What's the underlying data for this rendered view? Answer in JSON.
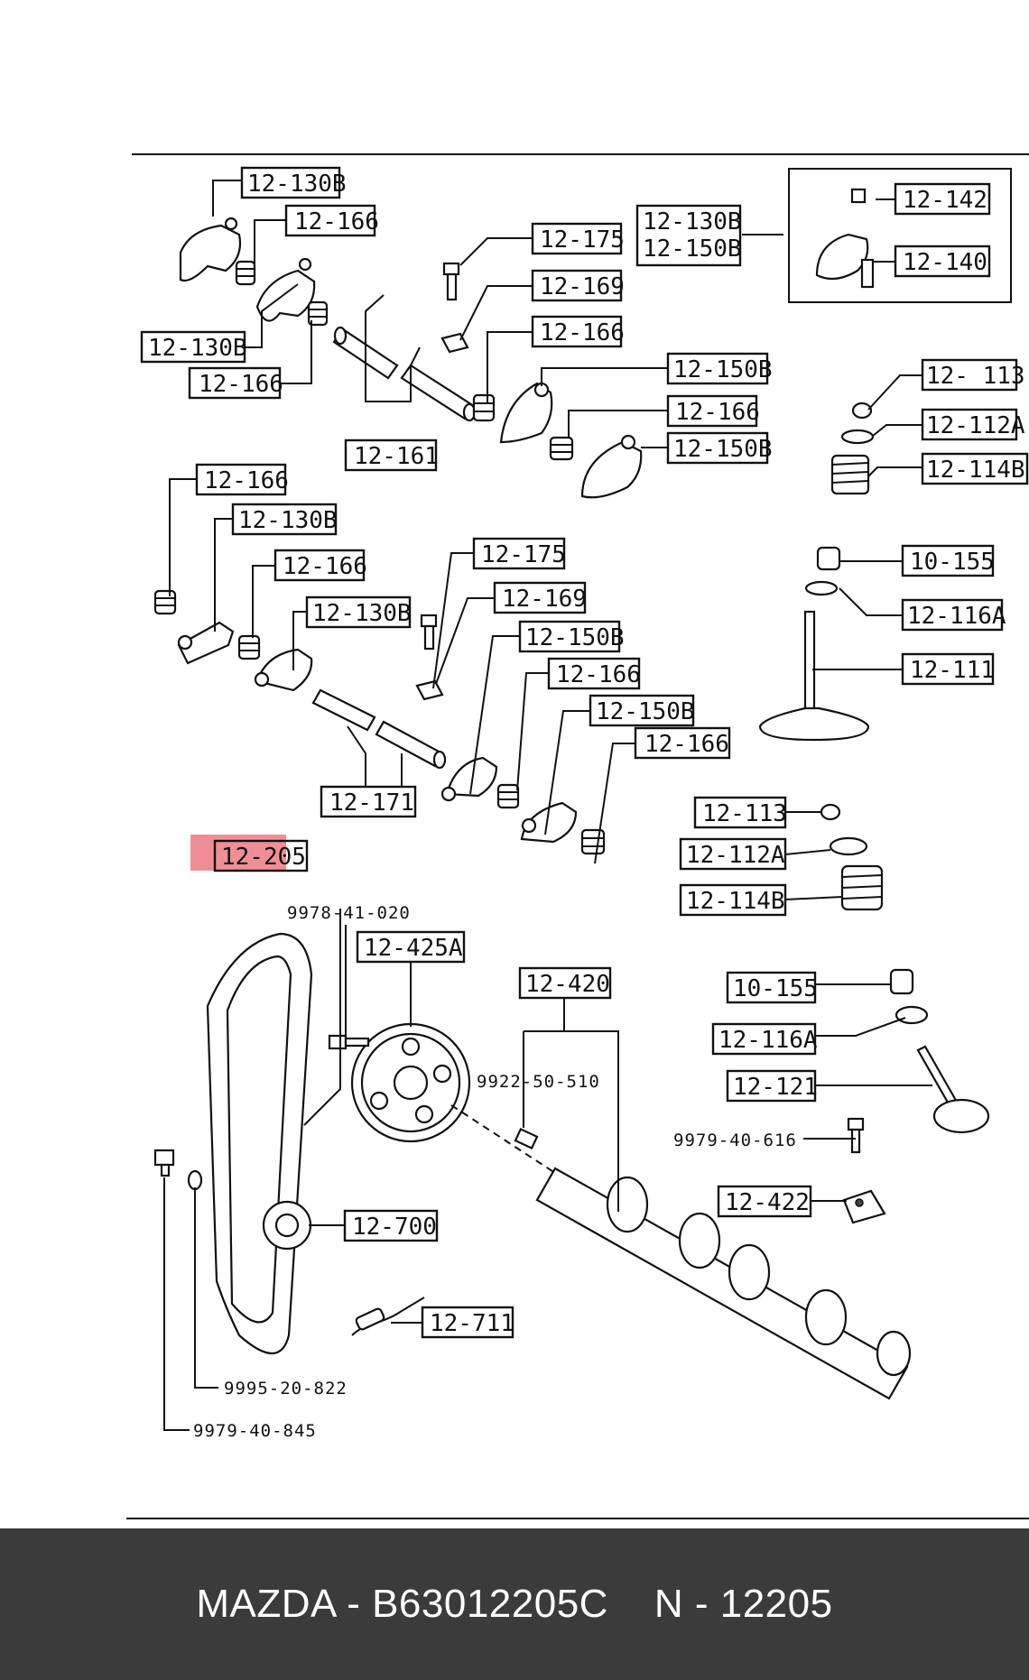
{
  "diagram": {
    "labels": {
      "l_12_130b_a": "12-130B",
      "l_12_166_a": "12-166",
      "l_12_130b_b": "12-130B",
      "l_12_166_b": "12-166",
      "l_12_161": "12-161",
      "l_12_175_a": "12-175",
      "l_12_169_a": "12-169",
      "l_12_166_c": "12-166",
      "l_12_150b_a": "12-150B",
      "l_12_166_d": "12-166",
      "l_12_150b_b": "12-150B",
      "l_12_130b_150b_top": "12-130B",
      "l_12_130b_150b_bot": "12-150B",
      "l_12_142": "12-142",
      "l_12_140": "12-140",
      "l_12_113_a": "12- 113",
      "l_12_112a_a": "12-112A",
      "l_12_114b_a": "12-114B",
      "l_12_166_e": "12-166",
      "l_12_130b_c": "12-130B",
      "l_12_166_f": "12-166",
      "l_12_130b_d": "12-130B",
      "l_12_175_b": "12-175",
      "l_12_169_b": "12-169",
      "l_12_150b_c": "12-150B",
      "l_12_166_g": "12-166",
      "l_12_150b_d": "12-150B",
      "l_12_166_h": "12-166",
      "l_12_171": "12-171",
      "l_10_155_a": "10-155",
      "l_12_116a_a": "12-116A",
      "l_12_111": "12-111",
      "l_12_113_b": "12-113",
      "l_12_112a_b": "12-112A",
      "l_12_114b_b": "12-114B",
      "l_12_205": "12-205",
      "l_12_425a": "12-425A",
      "l_12_420": "12-420",
      "l_10_155_b": "10-155",
      "l_12_116a_b": "12-116A",
      "l_12_121": "12-121",
      "l_12_422": "12-422",
      "l_12_700": "12-700",
      "l_12_711": "12-711"
    },
    "part_numbers": {
      "p_9978": "9978-41-020",
      "p_9922": "9922-50-510",
      "p_9979_616": "9979-40-616",
      "p_9995": "9995-20-822",
      "p_9979_845": "9979-40-845"
    },
    "highlight_color": "#e8626c"
  },
  "footer": {
    "text": "MAZDA - B63012205C    N - 12205",
    "background": "#3b3b3b"
  }
}
